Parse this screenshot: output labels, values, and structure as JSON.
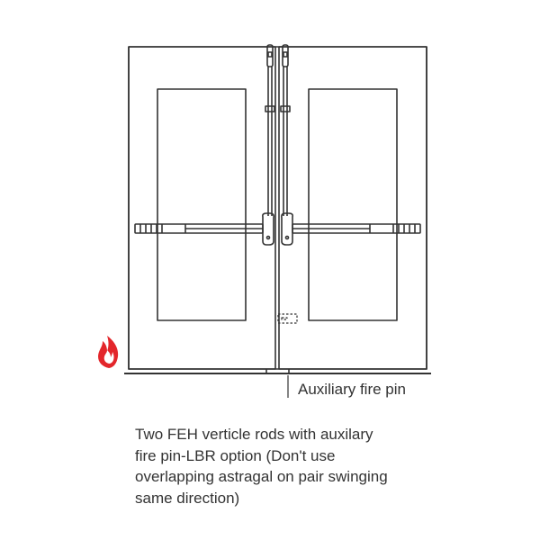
{
  "callout": {
    "label": "Auxiliary fire pin"
  },
  "caption": {
    "lines": [
      "Two FEH verticle rods with auxilary",
      "fire pin-LBR option (Don't use",
      "overlapping astragal on pair swinging",
      "same direction)"
    ]
  },
  "icons": {
    "fire": "fire-icon"
  },
  "colors": {
    "line": "#333333",
    "fire": "#e3262b",
    "background": "#ffffff"
  }
}
